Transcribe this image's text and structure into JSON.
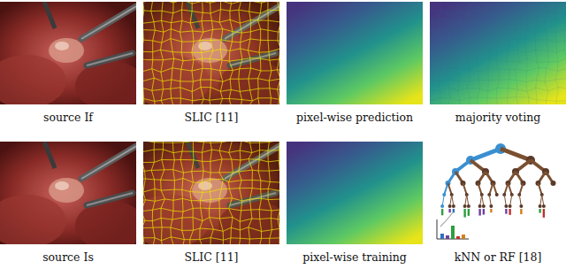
{
  "diagram": {
    "labels": [
      "source If",
      "SLIC [11]",
      "pixel-wise prediction",
      "majority voting",
      "source Is",
      "SLIC [11]",
      "pixel-wise training",
      "kNN or RF [18]"
    ]
  }
}
